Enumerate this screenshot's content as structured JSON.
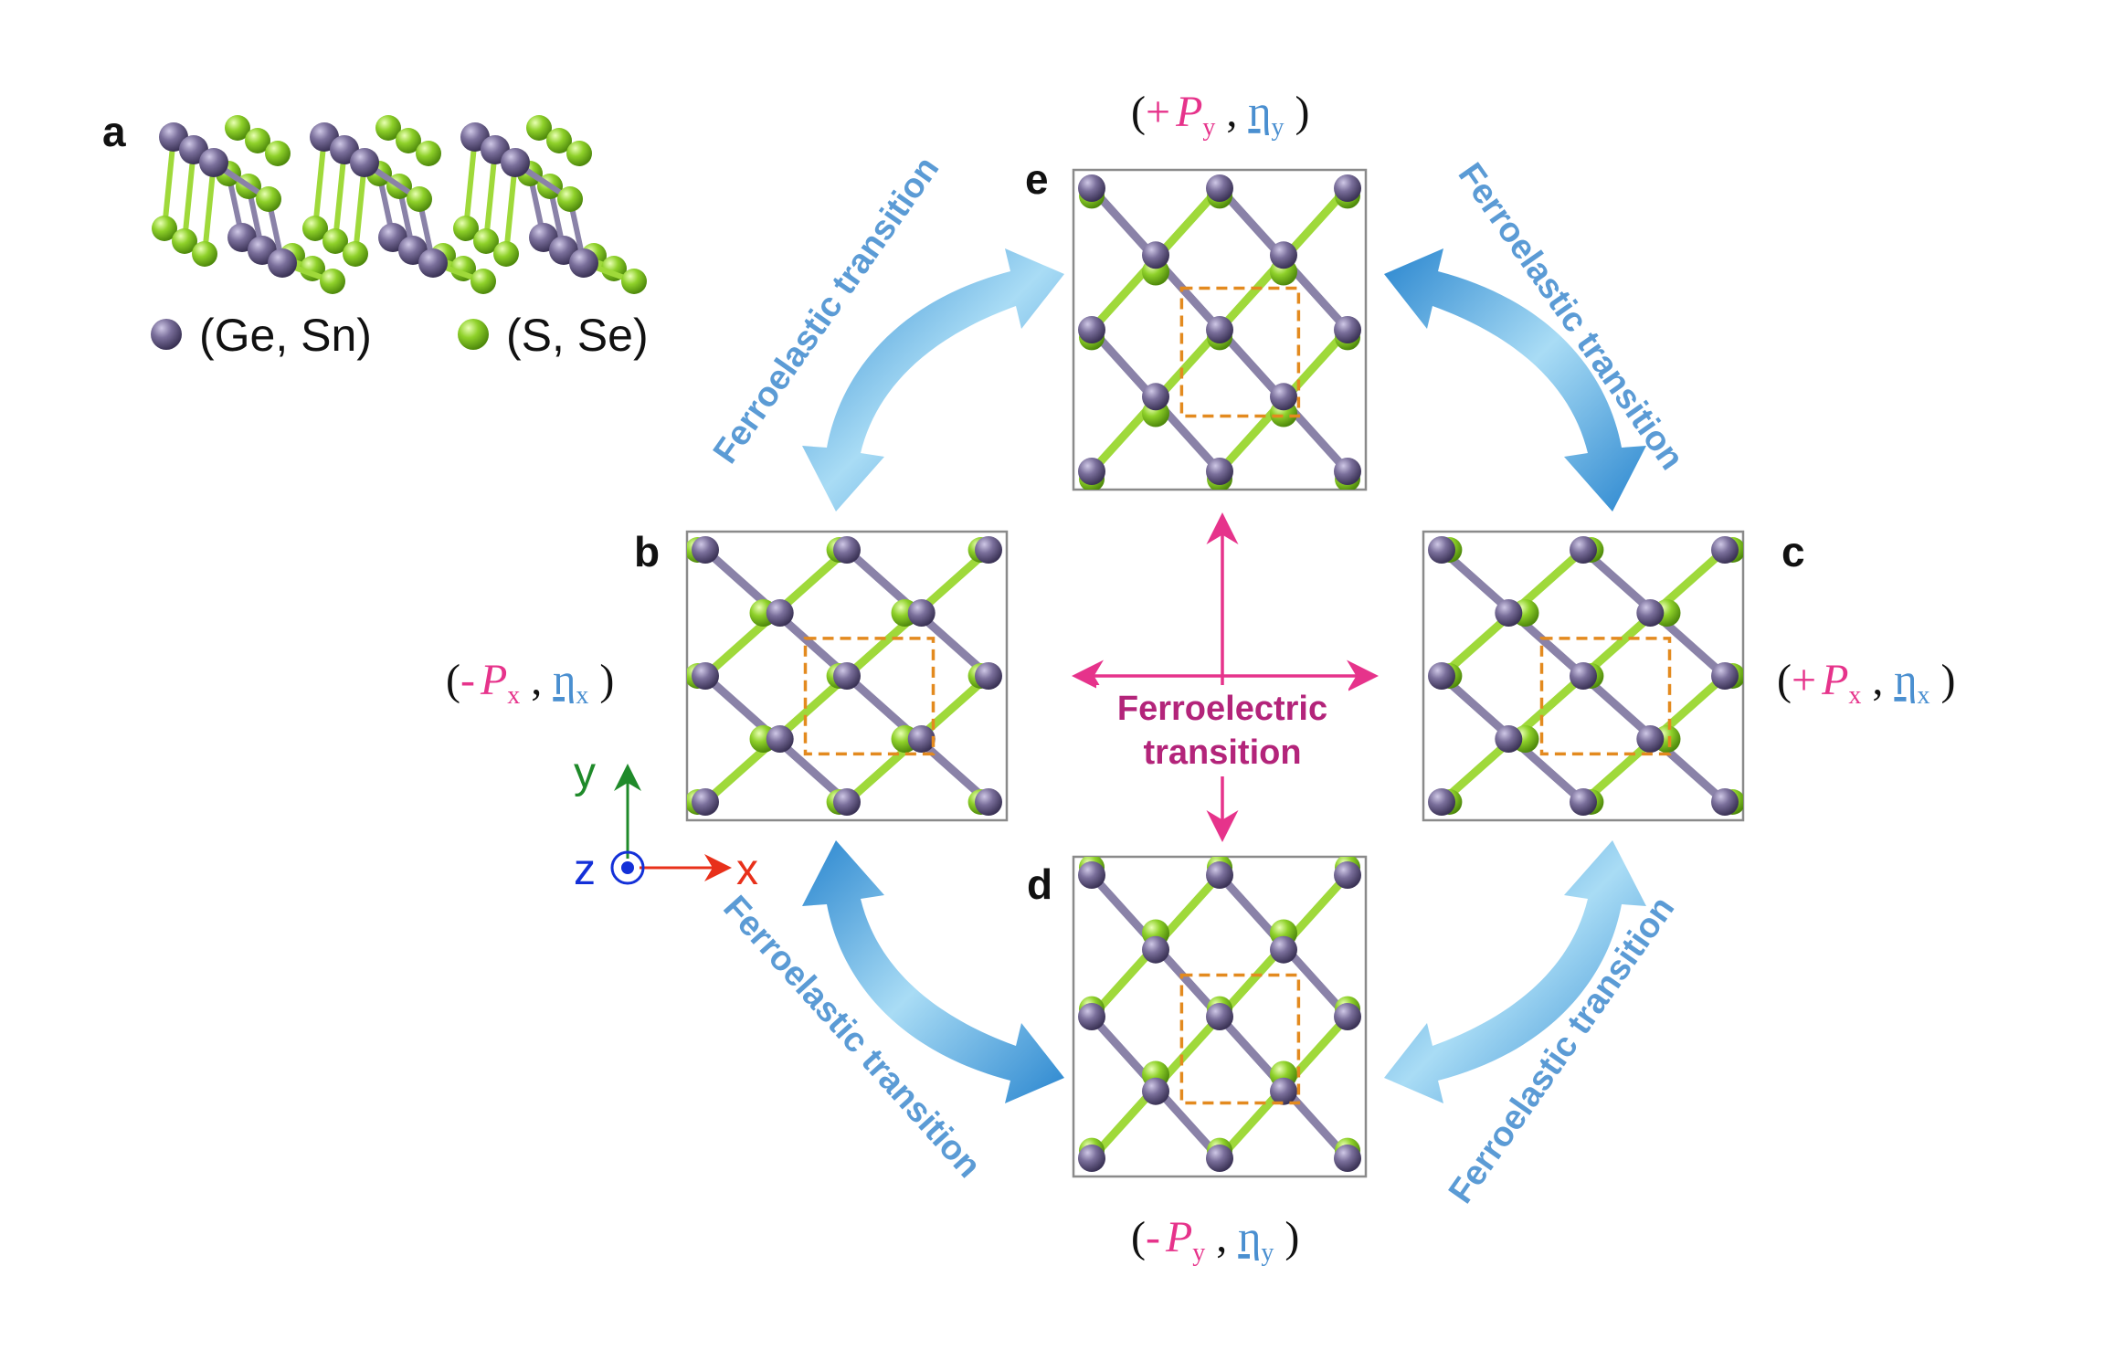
{
  "panels": {
    "a": "a",
    "b": "b",
    "c": "c",
    "d": "d",
    "e": "e"
  },
  "legend": {
    "metal": "(Ge, Sn)",
    "chalcogen": "(S, Se)"
  },
  "transitions": {
    "ferroelastic": "Ferroelastic transition",
    "ferroelectric_line1": "Ferroelectric",
    "ferroelectric_line2": "transition"
  },
  "states": {
    "b": {
      "sign": "-",
      "P_sub": "x",
      "eta_sub": "x"
    },
    "c": {
      "sign": "+",
      "P_sub": "x",
      "eta_sub": "x"
    },
    "d": {
      "sign": "-",
      "P_sub": "y",
      "eta_sub": "y"
    },
    "e": {
      "sign": "+",
      "P_sub": "y",
      "eta_sub": "y"
    },
    "P_symbol": "P",
    "eta_symbol": "η"
  },
  "axes": {
    "x": "x",
    "y": "y",
    "z": "z"
  },
  "colors": {
    "metal": "#7a6f9b",
    "chalcogen": "#8fd12a",
    "unit_cell": "#e38a1f",
    "arrow_blue": "#2a86cf",
    "ferroelectric_arrow": "#e6338b",
    "axis_x": "#e8301a",
    "axis_y": "#1f8a2a",
    "axis_z": "#1330d8"
  }
}
